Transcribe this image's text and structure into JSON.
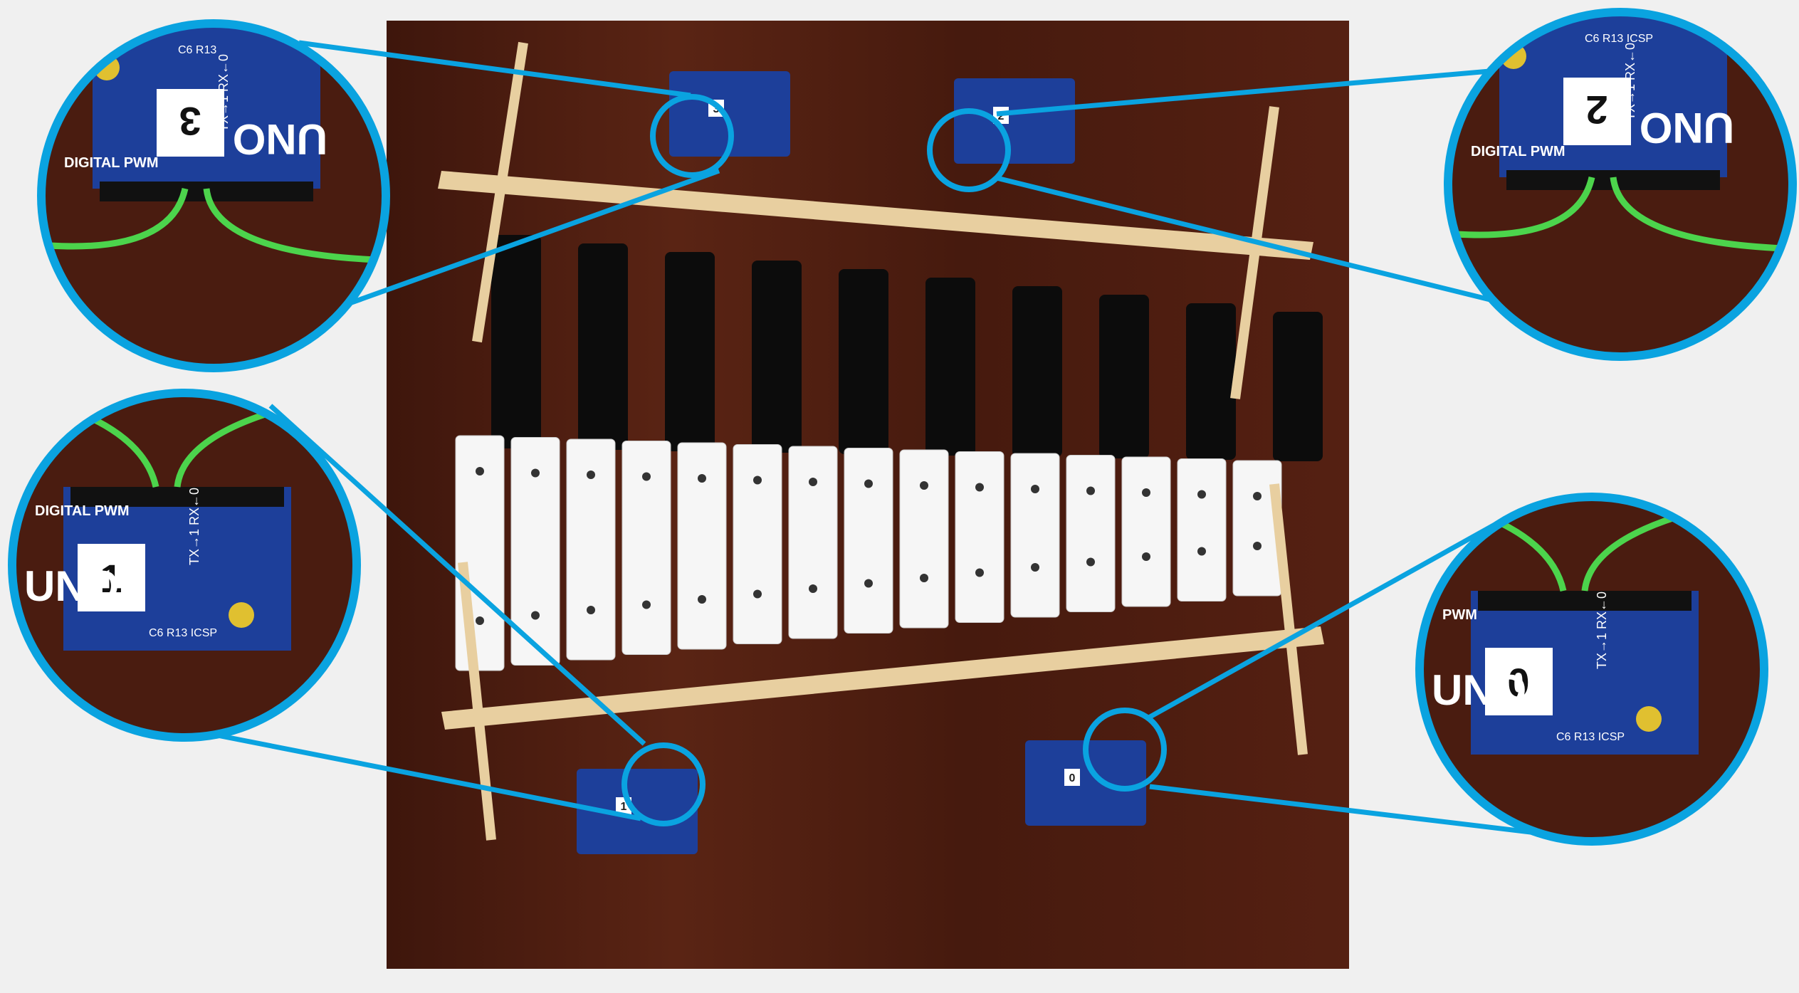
{
  "photo": {
    "board_labels": [
      "0",
      "1",
      "2",
      "3"
    ],
    "arduino_model": "UNO",
    "callouts": [
      {
        "id": "3",
        "label": "3",
        "pins": [
          "TX→1",
          "RX←0"
        ],
        "silk": "DIGITAL PWM",
        "parts": [
          "C6",
          "R13"
        ],
        "rotated": true
      },
      {
        "id": "2",
        "label": "2",
        "pins": [
          "TX→1",
          "RX←0"
        ],
        "silk": "DIGITAL PWM",
        "parts": [
          "C6",
          "R13",
          "ICSP"
        ],
        "rotated": true
      },
      {
        "id": "1",
        "label": "1",
        "pins": [
          "TX→1",
          "RX←0"
        ],
        "silk": "DIGITAL PWM",
        "parts": [
          "C6",
          "R13",
          "ICSP"
        ],
        "rotated": false
      },
      {
        "id": "0",
        "label": "0",
        "pins": [
          "TX→1",
          "RX←0"
        ],
        "silk": "PWM",
        "parts": [
          "C6",
          "R13",
          "ICSP"
        ],
        "rotated": false
      }
    ],
    "colors": {
      "callout": "#0aa3e0",
      "wood": "#4a1c10",
      "pcb": "#1d3f9a",
      "wire": "#4cd44c",
      "pine": "#e8cfa0"
    }
  }
}
